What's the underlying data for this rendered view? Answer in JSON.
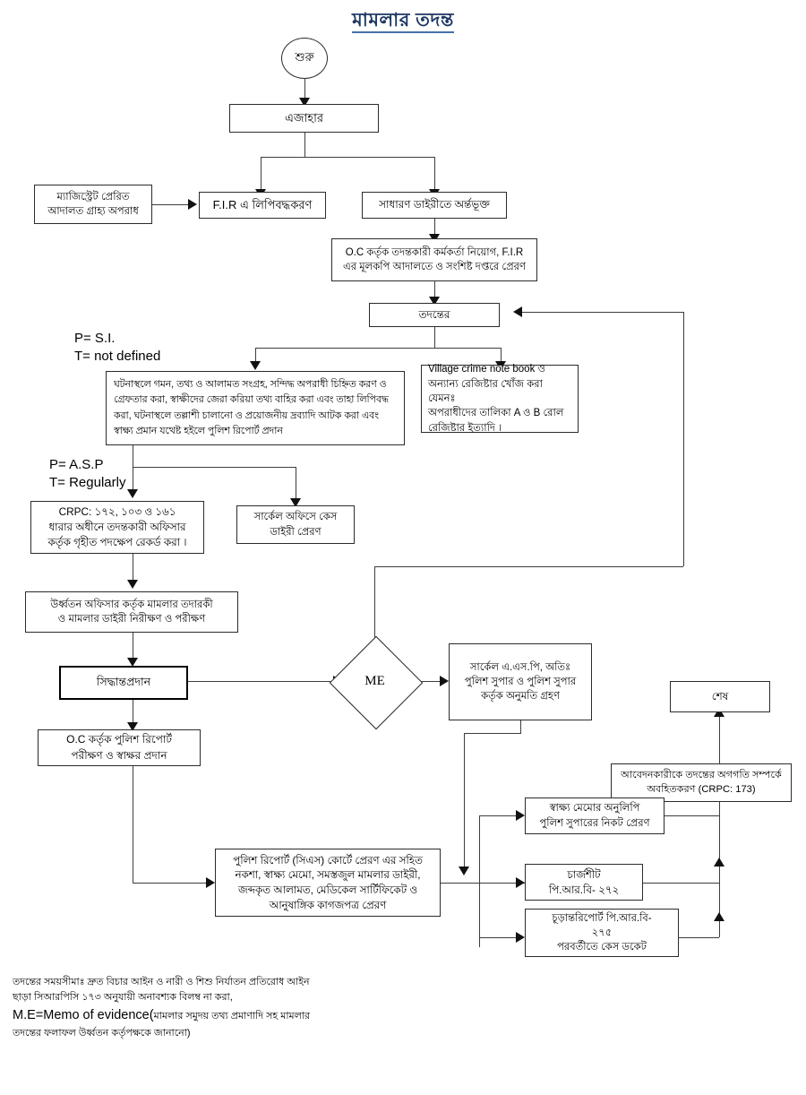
{
  "title": "মামলার তদন্ত",
  "nodes": {
    "start": "শুরু",
    "ejahar": "এজাহার",
    "magistrate": "ম্যাজিস্ট্রেট প্রেরিত\nআদালত গ্রাহ্য অপরাধ",
    "fir_record": "F.I.R এ লিপিবদ্ধকরণ",
    "general_diary": "সাধারণ ডাইরীতে অর্ন্তভূক্ত",
    "oc_appoint": "O.C কর্তৃক তদন্তকারী কর্মকর্তা নিয়োগ, F.I.R\nএর মূলকপি আদালতে ও সংশিষ্ট দপ্তরে প্রেরণ",
    "investigation": "তদন্তের",
    "field_work": "ঘটনাস্থলে গমন, তথ্য ও আলামত সংগ্রহ, সন্দিদ্ধ অপরাধী চিহ্নিত করণ ও গ্রেফতার করা, স্বাক্ষীদের জেরা করিয়া তথ্য বাহির করা এবং তাহা লিপিবদ্ধ করা, ঘটনাস্থলে তল্লাশী চালানো ও প্রয়োজনীয় দ্রব্যাদি আটক করা এবং স্বাক্ষ্য প্রমান যথেষ্ট হইলে পুলিশ রিপোর্ট প্রদান",
    "village_book": "Village crime note book ও\nঅন্যান্য রেজিষ্টার খোঁজ করা যেমনঃ\nঅপরাধীদের তালিকা A ও B রোল\nরেজিষ্টার ইত্যাদি ।",
    "crpc": "CRPC: ১৭২, ১০৩ ও ১৬১\nধারার অধীনে তদন্তকারী অফিসার\nকর্তৃক গৃহীত পদক্ষেপ রেকর্ড করা ।",
    "circle_office": "সার্কেল অফিসে কেস\nডাইরী প্রেরণ",
    "supervision": "উর্ধ্বতন অফিসার কর্তৃক মামলার তদারকী\nও মামলার ডাইরী নিরীক্ষণ ও পরীক্ষণ",
    "decision": "সিদ্ধান্তপ্রদান",
    "oc_sign": "O.C কর্তৃক পুলিশ রিপোর্ট\nপরীক্ষণ ও স্বাক্ষর প্রদান",
    "me": "ME",
    "asp_permission": "সার্কেল এ.এস.পি, অতিঃ\nপুলিশ সুপার ও পুলিশ সুপার\nকর্তৃক অনুমতি গ্রহণ",
    "end": "শেষ",
    "inform_applicant": "আবেদনকারীকে তদন্তের অগগতি সম্পর্কে\nঅবহিতকরণ (CRPC: 173)",
    "memo_copy": "স্বাক্ষ্য মেমোর অনুলিপি\nপুলিশ সুপারের নিকট প্রেরণ",
    "chargesheet": "চার্জশীট\nপি.আর.বি- ২৭২",
    "final_report": "চূড়ান্তরিপোর্ট পি.আর.বি-\n২৭৫\nপরবর্তীতে কেস ডকেট",
    "police_report_cs": "পুলিশ রিপোর্ট (সিএস) কোর্টে প্রেরণ এর সহিত\nনকশা, স্বাক্ষ্য মেমো, সমস্তজুল মামলার ডাইরী,\nজব্দকৃত আলামত, মেডিকেল সার্টিফিকেট ও\nআনুষাঙ্গিক কাগজপত্র প্রেরণ"
  },
  "labels": {
    "si_block": "P= S.I.\nT= not defined",
    "asp_block": "P= A.S.P\nT= Regularly"
  },
  "footnote": {
    "line1": "তদন্তের সময়সীমাঃ দ্রুত বিচার আইন ও নারী ও শিশু নির্যাতন প্রতিরোধ আইন",
    "line2": "ছাড়া সিআরপিসি ১৭৩ অনুযায়ী অনাবশ্যক বিলম্ব না করা,",
    "line3_en": "M.E=Memo of evidence(",
    "line3_bn": "মামলার সমুদয় তথ্য প্রমাণাদি সহ মামলার",
    "line4": "তদন্তের ফলাফল উর্ধ্বতন কর্তৃপক্ষকে জানানো)"
  },
  "colors": {
    "title": "#1F3864",
    "border": "#2b2b2b",
    "connector": "#3d3d3d"
  }
}
